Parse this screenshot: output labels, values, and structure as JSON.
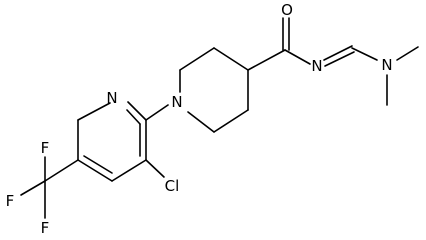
{
  "molecule": {
    "atom_labels": {
      "carbonyl_oxygen": "O",
      "imine_nitrogen": "N",
      "dimethylamino_nitrogen": "N",
      "piperidine_nitrogen": "N",
      "pyridine_nitrogen": "N",
      "chlorine": "Cl",
      "fluorine_top": "F",
      "fluorine_left": "F",
      "fluorine_bottom": "F"
    }
  }
}
